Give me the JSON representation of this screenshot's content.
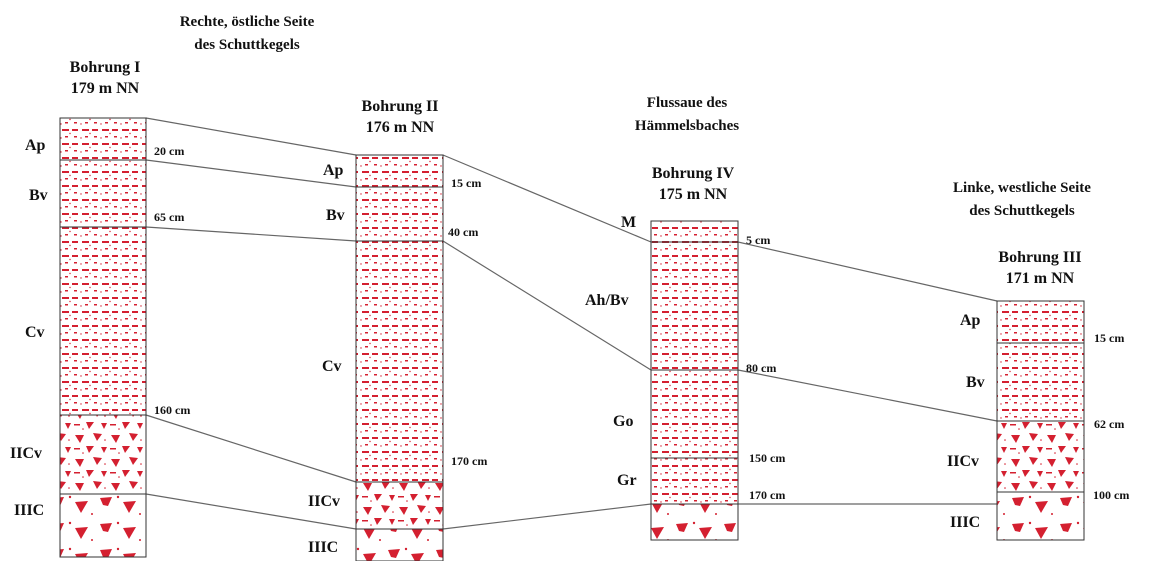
{
  "colors": {
    "pattern_red": "#d42030",
    "line": "#666666",
    "border": "#333333",
    "background": "#ffffff"
  },
  "site_notes": {
    "right_east": [
      "Rechte, östliche Seite",
      "des Schuttkegels"
    ],
    "floodplain": [
      "Flussaue des",
      "Hämmelsbaches"
    ],
    "left_west": [
      "Linke, westliche Seite",
      "des Schuttkegels"
    ]
  },
  "profiles": [
    {
      "id": "b1",
      "name": "Bohrung I",
      "elevation": "179 m NN",
      "layers": [
        {
          "horizon": "Ap",
          "pattern": "dash"
        },
        {
          "horizon": "Bv",
          "pattern": "dash"
        },
        {
          "horizon": "Cv",
          "pattern": "dash"
        },
        {
          "horizon": "IICv",
          "pattern": "mixed"
        },
        {
          "horizon": "IIIC",
          "pattern": "stone"
        }
      ],
      "depth_labels": [
        "20 cm",
        "65 cm",
        "160 cm"
      ]
    },
    {
      "id": "b2",
      "name": "Bohrung II",
      "elevation": "176 m NN",
      "layers": [
        {
          "horizon": "Ap",
          "pattern": "dash"
        },
        {
          "horizon": "Bv",
          "pattern": "dash"
        },
        {
          "horizon": "Cv",
          "pattern": "dash"
        },
        {
          "horizon": "IICv",
          "pattern": "mixed"
        },
        {
          "horizon": "IIIC",
          "pattern": "stone"
        }
      ],
      "depth_labels": [
        "15 cm",
        "40 cm",
        "170 cm"
      ]
    },
    {
      "id": "b4",
      "name": "Bohrung IV",
      "elevation": "175 m NN",
      "layers": [
        {
          "horizon": "M",
          "pattern": "dash"
        },
        {
          "horizon": "Ah/Bv",
          "pattern": "dash"
        },
        {
          "horizon": "Go",
          "pattern": "dash"
        },
        {
          "horizon": "Gr",
          "pattern": "dash"
        },
        {
          "horizon": "",
          "pattern": "stone"
        }
      ],
      "depth_labels": [
        "5 cm",
        "80 cm",
        "150 cm",
        "170  cm"
      ]
    },
    {
      "id": "b3",
      "name": "Bohrung III",
      "elevation": "171 m NN",
      "layers": [
        {
          "horizon": "Ap",
          "pattern": "dash"
        },
        {
          "horizon": "Bv",
          "pattern": "dash"
        },
        {
          "horizon": "IICv",
          "pattern": "mixed"
        },
        {
          "horizon": "IIIC",
          "pattern": "stone"
        }
      ],
      "depth_labels": [
        "15 cm",
        "62 cm",
        "100 cm"
      ]
    }
  ]
}
